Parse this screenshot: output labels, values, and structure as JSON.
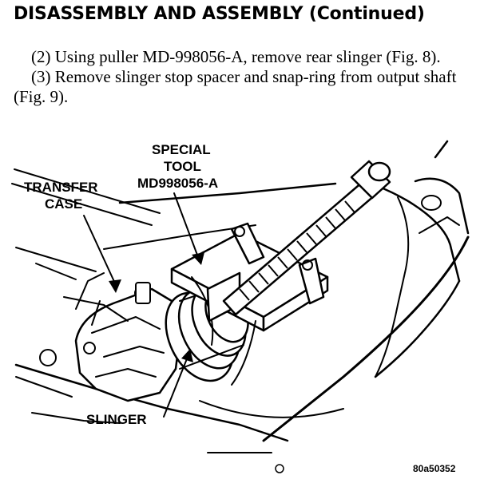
{
  "heading": "DISASSEMBLY AND ASSEMBLY (Continued)",
  "steps": [
    "(2) Using puller MD-998056-A, remove rear slinger (Fig. 8).",
    "(3) Remove slinger stop spacer and snap-ring from output shaft (Fig. 9)."
  ],
  "figure": {
    "callouts": {
      "transfer_case_line1": "TRANSFER",
      "transfer_case_line2": "CASE",
      "special_tool_line1": "SPECIAL",
      "special_tool_line2": "TOOL",
      "special_tool_line3": "MD998056-A",
      "slinger": "SLINGER"
    },
    "figure_id": "80a50352"
  }
}
